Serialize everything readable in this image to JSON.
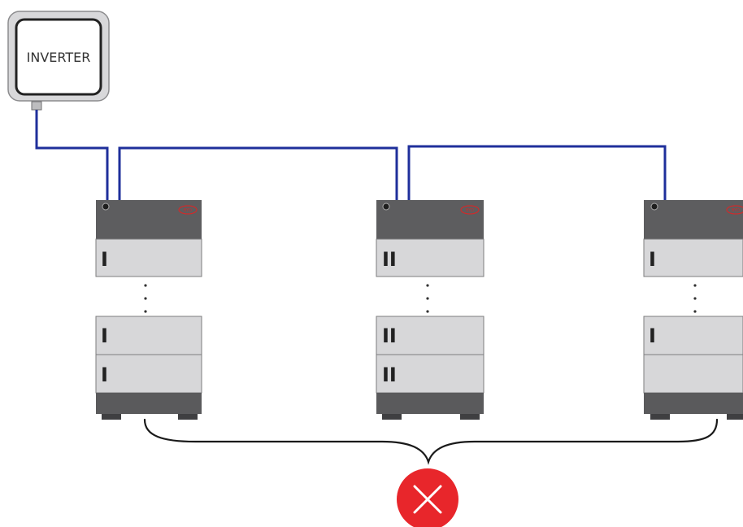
{
  "inverter": {
    "label": "INVERTER"
  },
  "towers": [
    {
      "id": "tower-1",
      "top_module_label": "I",
      "bottom_module_labels": [
        "I",
        "I"
      ],
      "brand": "BYD"
    },
    {
      "id": "tower-2",
      "top_module_label": "II",
      "bottom_module_labels": [
        "II",
        "II"
      ],
      "brand": "BYD"
    },
    {
      "id": "tower-3",
      "top_module_label": "I",
      "bottom_module_labels": [
        "I",
        ""
      ],
      "brand": "BYD"
    }
  ],
  "status": {
    "icon": "x-mark-icon",
    "meaning": "not allowed"
  },
  "colors": {
    "cable": "#1f2f9b",
    "bms_dark": "#5d5d5f",
    "module_light": "#d7d7d9",
    "base_dark": "#5a5a5c",
    "feet": "#3f3f41",
    "error_red": "#e8262b",
    "brand_red": "#d12a2a"
  }
}
